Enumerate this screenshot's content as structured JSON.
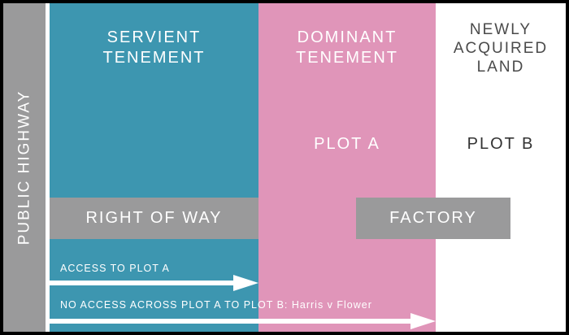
{
  "highway": {
    "label": "PUBLIC HIGHWAY"
  },
  "servient": {
    "title_line1": "SERVIENT",
    "title_line2": "TENEMENT"
  },
  "dominant": {
    "title_line1": "DOMINANT",
    "title_line2": "TENEMENT",
    "plot": "PLOT A"
  },
  "newland": {
    "title_line1": "NEWLY",
    "title_line2": "ACQUIRED",
    "title_line3": "LAND",
    "plot": "PLOT B"
  },
  "boxes": {
    "right_of_way": "RIGHT OF WAY",
    "factory": "FACTORY"
  },
  "routes": {
    "access_plot_a": "ACCESS TO PLOT A",
    "no_access_plot_b": "NO ACCESS ACROSS PLOT A TO PLOT B: Harris v Flower"
  },
  "colors": {
    "servient": "#3d96b0",
    "dominant": "#e095b9",
    "newland": "#ffffff",
    "highway": "#9a9a9b",
    "box": "#9a9a9b",
    "arrow": "#ffffff"
  }
}
